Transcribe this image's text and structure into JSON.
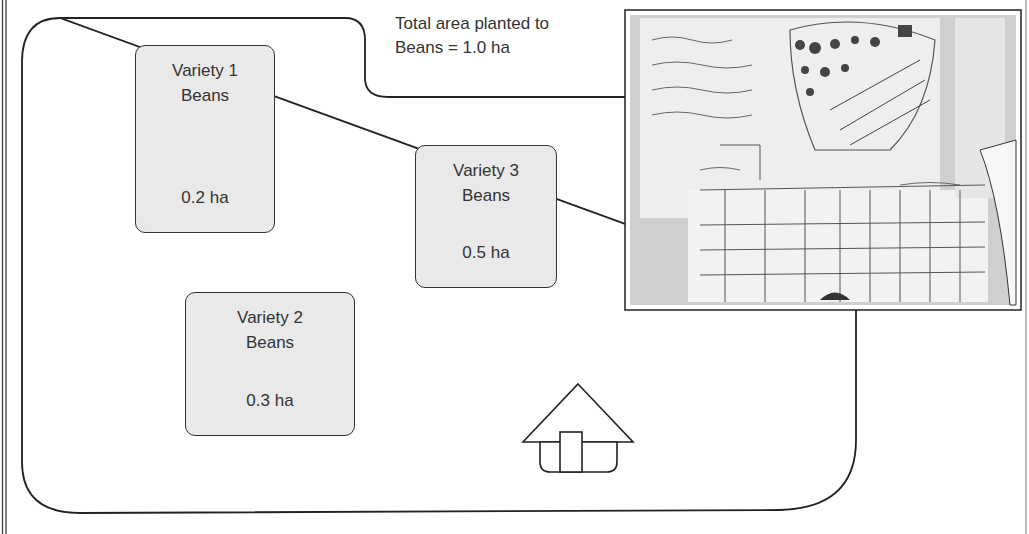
{
  "diagram": {
    "nodes": [
      {
        "text": [
          "Variety 1 Beans",
          "0.2 ha"
        ]
      },
      {
        "text": [
          "Variety 3 Beans",
          "0.5 ha"
        ]
      },
      {
        "text": [
          "Variety 2 Beans",
          "0.3 ha"
        ]
      }
    ],
    "labels": [
      "Total area planted to Beans = 1.0 ha"
    ]
  }
}
